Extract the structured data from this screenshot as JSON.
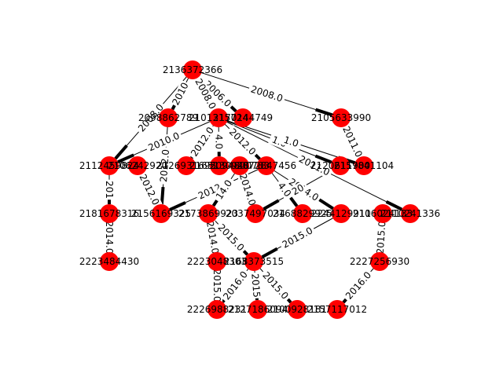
{
  "colors": {
    "node": "#ff0000",
    "edge": "#000000",
    "background": "#ffffff"
  },
  "nodes": [
    {
      "id": "n1",
      "label": "2136372366"
    },
    {
      "id": "n2",
      "label": "2098862789"
    },
    {
      "id": "n3",
      "label": "2101315724"
    },
    {
      "id": "n4",
      "label": "2170144749"
    },
    {
      "id": "n5",
      "label": "2105633990"
    },
    {
      "id": "n6",
      "label": "2112459824"
    },
    {
      "id": "n7",
      "label": "2106242920"
    },
    {
      "id": "n8",
      "label": "2126931695"
    },
    {
      "id": "n9",
      "label": "2165130948"
    },
    {
      "id": "n10",
      "label": "2094800783"
    },
    {
      "id": "n11",
      "label": "2072847456"
    },
    {
      "id": "n12",
      "label": "2120611900"
    },
    {
      "id": "n13",
      "label": "2157841104"
    },
    {
      "id": "n14",
      "label": "2181678316"
    },
    {
      "id": "n15",
      "label": "2156169325"
    },
    {
      "id": "n16",
      "label": "2173869923"
    },
    {
      "id": "n17",
      "label": "2037497034"
    },
    {
      "id": "n18",
      "label": "2168829925"
    },
    {
      "id": "n19",
      "label": "2244129911"
    },
    {
      "id": "n20",
      "label": "2106024133"
    },
    {
      "id": "n21",
      "label": "2110241336"
    },
    {
      "id": "n22",
      "label": "2223484430"
    },
    {
      "id": "n23",
      "label": "2223048303"
    },
    {
      "id": "n24",
      "label": "2168373515"
    },
    {
      "id": "n25",
      "label": "2227256930"
    },
    {
      "id": "n26",
      "label": "2226988231"
    },
    {
      "id": "n27",
      "label": "2127186094"
    },
    {
      "id": "n28",
      "label": "2100928181"
    },
    {
      "id": "n29",
      "label": "2157117012"
    }
  ],
  "edges": [
    {
      "source": "n1",
      "target": "n5",
      "label": "2008.0"
    },
    {
      "source": "n1",
      "target": "n4",
      "label": "2006.0"
    },
    {
      "source": "n1",
      "target": "n3",
      "label": "2008.0"
    },
    {
      "source": "n1",
      "target": "n2",
      "label": "2010"
    },
    {
      "source": "n1",
      "target": "n6",
      "label": "2008.0"
    },
    {
      "source": "n3",
      "target": "n6",
      "label": "2010.0"
    },
    {
      "source": "n3",
      "target": "n8",
      "label": "2012.0"
    },
    {
      "source": "n3",
      "target": "n9",
      "label": "4.0"
    },
    {
      "source": "n3",
      "target": "n11",
      "label": "2012.0"
    },
    {
      "source": "n3",
      "target": "n12",
      "label": "1.0"
    },
    {
      "source": "n3",
      "target": "n13",
      "label": "1.0"
    },
    {
      "source": "n3",
      "target": "n21",
      "label": "2011.0"
    },
    {
      "source": "n5",
      "target": "n13",
      "label": "2011.0"
    },
    {
      "source": "n2",
      "target": "n15",
      "label": "2012.0"
    },
    {
      "source": "n6",
      "target": "n14",
      "label": "201"
    },
    {
      "source": "n7",
      "target": "n15",
      "label": "2012.0"
    },
    {
      "source": "n11",
      "target": "n15",
      "label": "2012.0"
    },
    {
      "source": "n10",
      "target": "n16",
      "label": "14.0"
    },
    {
      "source": "n10",
      "target": "n17",
      "label": "2014.0"
    },
    {
      "source": "n11",
      "target": "n18",
      "label": "4.0"
    },
    {
      "source": "n11",
      "target": "n19",
      "label": "2014.0"
    },
    {
      "source": "n12",
      "target": "n17",
      "label": "20"
    },
    {
      "source": "n14",
      "target": "n22",
      "label": "2014.0"
    },
    {
      "source": "n16",
      "target": "n23",
      "label": "2014.0"
    },
    {
      "source": "n16",
      "target": "n24",
      "label": "2015.0"
    },
    {
      "source": "n19",
      "target": "n24",
      "label": "2015.0"
    },
    {
      "source": "n20",
      "target": "n25",
      "label": "2015.0"
    },
    {
      "source": "n23",
      "target": "n26",
      "label": "2015.0"
    },
    {
      "source": "n24",
      "target": "n27",
      "label": "2015"
    },
    {
      "source": "n24",
      "target": "n26",
      "label": "2016.0"
    },
    {
      "source": "n24",
      "target": "n28",
      "label": "2015.0"
    },
    {
      "source": "n25",
      "target": "n29",
      "label": "2016.0"
    }
  ]
}
